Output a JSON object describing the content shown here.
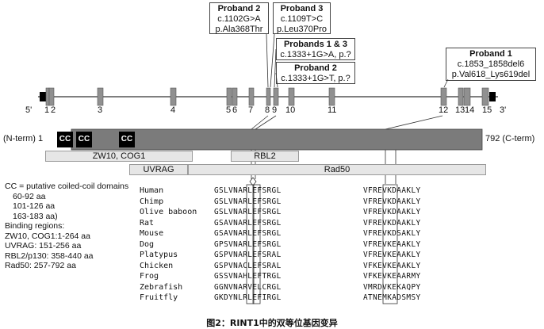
{
  "proband_boxes": [
    {
      "title": "Proband 2",
      "lines": [
        "c.1102G>A",
        "p.Ala368Thr"
      ]
    },
    {
      "title": "Proband 3",
      "lines": [
        "c.1109T>C",
        "p.Leu370Pro"
      ]
    },
    {
      "title": "Probands 1 & 3",
      "lines": [
        "c.1333+1G>A, p.?"
      ]
    },
    {
      "title": "Proband 2",
      "lines": [
        "c.1333+1G>T, p.?"
      ]
    },
    {
      "title": "Proband 1",
      "lines": [
        "c.1853_1858del6",
        "p.Val618_Lys619del"
      ]
    }
  ],
  "gene": {
    "five_prime": "5'",
    "three_prime": "3'",
    "exon_labels": [
      "1",
      "2",
      "3",
      "4",
      "5",
      "6",
      "7",
      "8",
      "9",
      "10",
      "11",
      "12",
      "13",
      "14",
      "15"
    ]
  },
  "protein": {
    "n_term": "(N-term) 1",
    "c_term": "792 (C-term)",
    "cc_label": "CC"
  },
  "regions": {
    "zw10": "ZW10, COG1",
    "rbl2": "RBL2",
    "uvrag": "UVRAG",
    "rad50": "Rad50"
  },
  "legend": [
    "CC = putative coiled-coil domains",
    "   60-92 aa",
    "   101-126 aa",
    "   163-183 aa)",
    "Binding regions:",
    "ZW10, COG1:1-264 aa",
    "UVRAG: 151-256 aa",
    "RBL2/p130: 358-440 aa",
    "Rad50: 257-792 aa"
  ],
  "alignment": [
    {
      "species": "Human",
      "seq1": "GSLVNARLEFSRGL",
      "seq2": "VFREVKDAAKLY"
    },
    {
      "species": "Chimp",
      "seq1": "GSLVNARLEFSRGL",
      "seq2": "VFREVKDAAKLY"
    },
    {
      "species": "Olive baboon",
      "seq1": "GSLVNARLEFSRGL",
      "seq2": "VFREVKDAAKLY"
    },
    {
      "species": "Rat",
      "seq1": "GSAVNARLEFSRGL",
      "seq2": "VFREVKDAAKLY"
    },
    {
      "species": "Mouse",
      "seq1": "GSAVNARLEFSRGL",
      "seq2": "VFREVKDSAKLY"
    },
    {
      "species": "Dog",
      "seq1": "GPSVNARLEFSRGL",
      "seq2": "VFREVKEAAKLY"
    },
    {
      "species": "Platypus",
      "seq1": "GSPVNARLEFSRAL",
      "seq2": "VFREVKEAAKLY"
    },
    {
      "species": "Chicken",
      "seq1": "GSPVNACLEFSRAL",
      "seq2": "VFKEVKEAAKLY"
    },
    {
      "species": "Frog",
      "seq1": "GSSVNAHLEFTRGL",
      "seq2": "VFKEVKEAARMY"
    },
    {
      "species": "Zebrafish",
      "seq1": "GGNVNARVELCRGL",
      "seq2": "VMRDVKEKAQPY"
    },
    {
      "species": "Fruitfly",
      "seq1": "GKDYNLRLEFIRGL",
      "seq2": "ATNEMKADSMSY"
    }
  ],
  "caption": "图2：RINT1中的双等位基因变异"
}
